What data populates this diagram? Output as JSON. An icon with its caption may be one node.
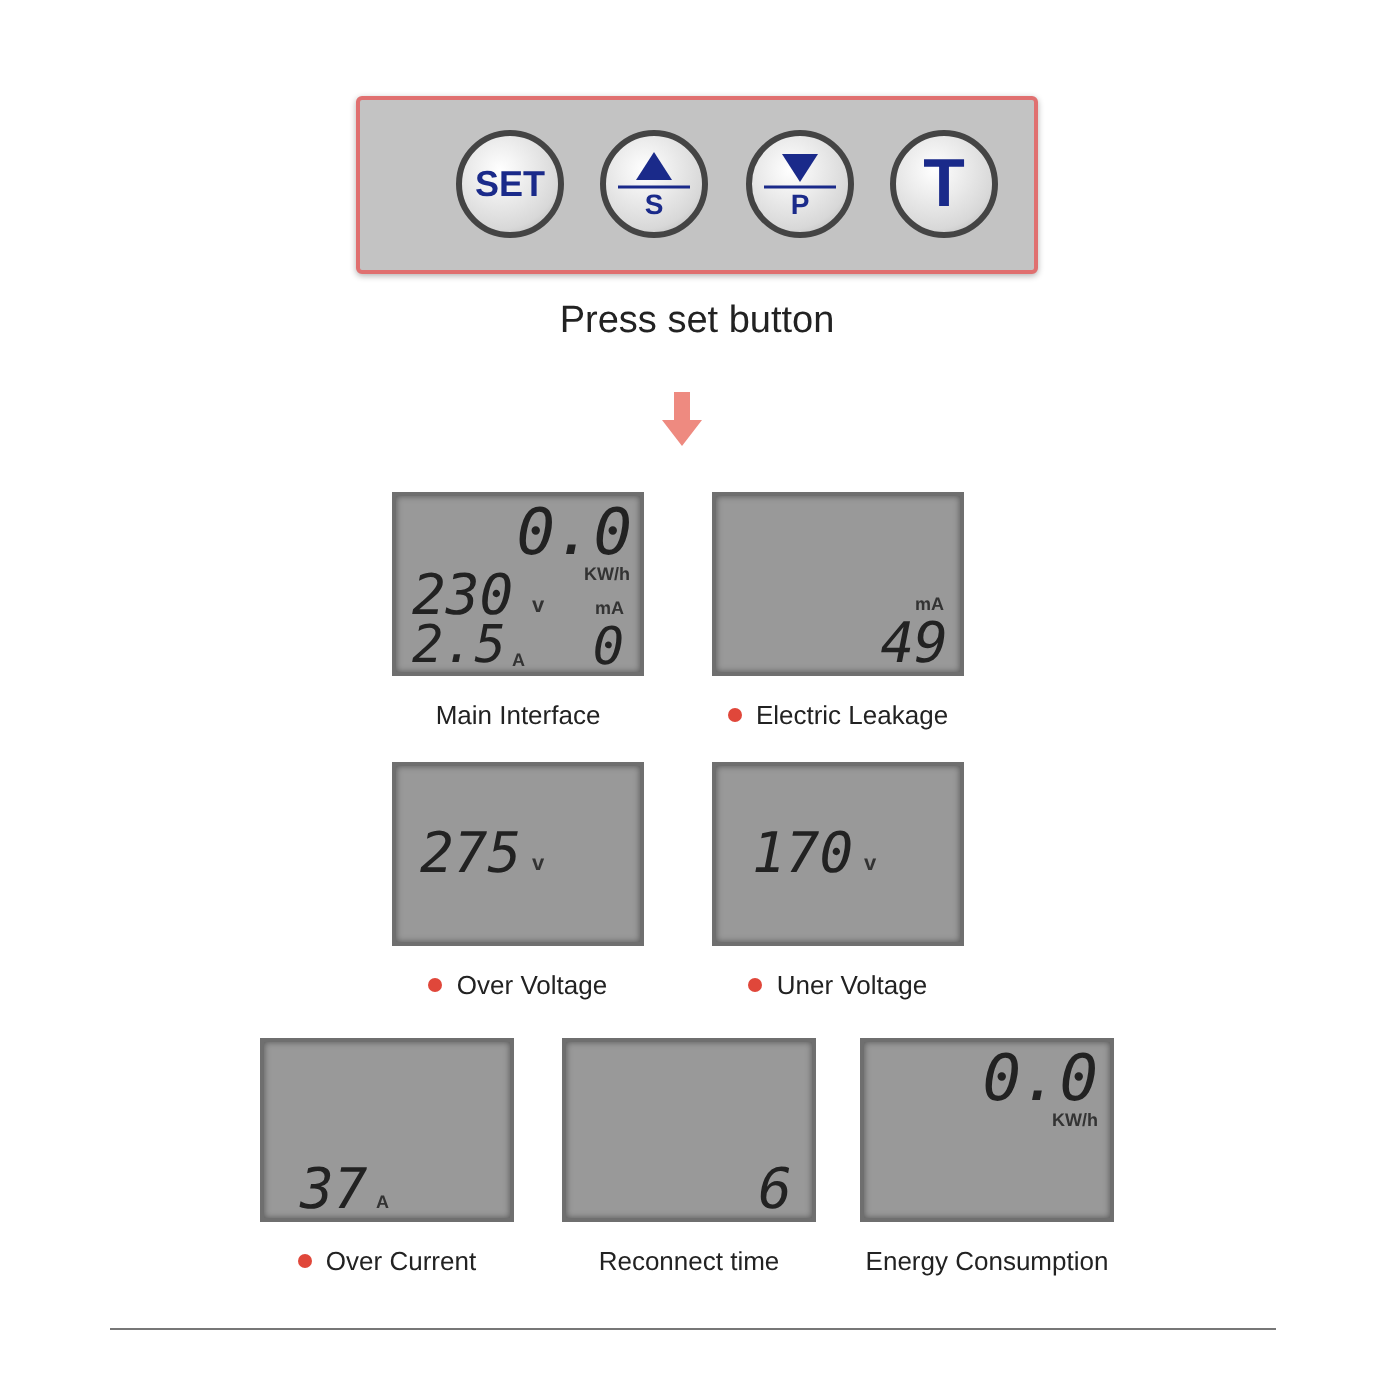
{
  "diagram": {
    "nodes": [
      {
        "text": [],
        "shape": "box",
        "beside": [
          "Press set button"
        ]
      },
      {
        "text": [
          "SET"
        ],
        "in": 0
      },
      {
        "text": [
          "S"
        ],
        "in": 0
      },
      {
        "text": [
          "P"
        ],
        "in": 0
      },
      {
        "text": [
          "T"
        ],
        "in": 0
      },
      {
        "text": [
          "0.0",
          "KW/h",
          "230",
          "v",
          "mA",
          "2.5",
          "A",
          "0"
        ],
        "beside": [
          "Main Interface"
        ]
      },
      {
        "text": [
          "mA",
          "49"
        ],
        "beside": [
          "Electric Leakage"
        ]
      },
      {
        "text": [
          "275",
          "v"
        ],
        "beside": [
          "Over Voltage"
        ]
      },
      {
        "text": [
          "170",
          "v"
        ],
        "beside": [
          "Uner Voltage"
        ]
      },
      {
        "text": [
          "37",
          "A"
        ],
        "beside": [
          "Over Current"
        ]
      },
      {
        "text": [
          "6"
        ],
        "beside": [
          "Reconnect time"
        ]
      },
      {
        "text": [
          "0.0",
          "KW/h"
        ],
        "beside": [
          "Energy Consumption"
        ]
      }
    ]
  }
}
